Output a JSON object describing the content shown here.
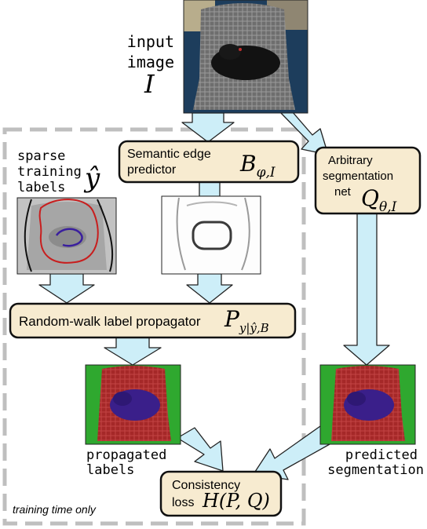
{
  "input_label_line1": "input",
  "input_label_line2": "image",
  "input_symbol": "I",
  "sparse_label_line1": "sparse",
  "sparse_label_line2": "training",
  "sparse_label_line3": "labels",
  "sparse_symbol": "ŷ",
  "edge_box": {
    "label_line1": "Semantic edge",
    "label_line2": "predictor",
    "symbol_main": "B",
    "symbol_sub": "φ,I"
  },
  "seg_box": {
    "label_line1": "Arbitrary",
    "label_line2": "segmentation",
    "label_line3": "net",
    "symbol_main": "Q",
    "symbol_sub": "θ,I"
  },
  "rw_box": {
    "label": "Random-walk label propagator",
    "symbol_main": "P",
    "symbol_sub": "y|ŷ,B"
  },
  "propagated_label_line1": "propagated",
  "propagated_label_line2": "labels",
  "predicted_label_line1": "predicted",
  "predicted_label_line2": "segmentation",
  "loss_box": {
    "label_line1": "Consistency",
    "label_line2": "loss",
    "formula": "H(P, Q)"
  },
  "training_note": "training time only",
  "colors": {
    "box_fill": "#f7ebd0",
    "arrow_fill": "#cdeef8",
    "dashed_border": "#bfbfbf",
    "chair_red": "#a82a2a",
    "dog_purple": "#3a1f8a",
    "bg_green": "#2fa82f"
  }
}
